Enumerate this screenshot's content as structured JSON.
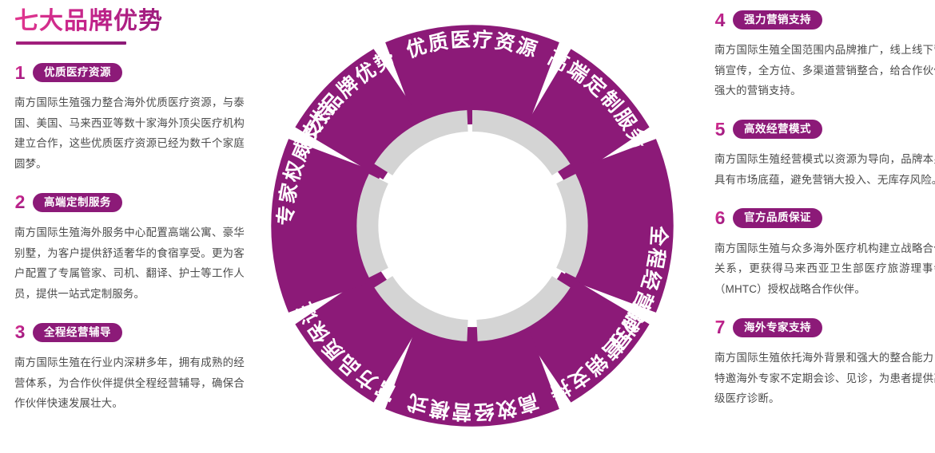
{
  "header": {
    "title": "七大品牌优势"
  },
  "colors": {
    "brand_purple": "#8c1a78",
    "brand_pink": "#e2378f",
    "inner_ring_gray": "#d4d4d4",
    "body_text": "#4b4b4b",
    "background": "#ffffff"
  },
  "left_column": {
    "items": [
      {
        "number": "1",
        "badge": "优质医疗资源",
        "body": "南方国际生殖强力整合海外优质医疗资源，与泰国、美国、马来西亚等数十家海外顶尖医疗机构建立合作，这些优质医疗资源已经为数千个家庭圆梦。"
      },
      {
        "number": "2",
        "badge": "高端定制服务",
        "body": "南方国际生殖海外服务中心配置高端公寓、豪华别墅，为客户提供舒适奢华的食宿享受。更为客户配置了专属管家、司机、翻译、护士等工作人员，提供一站式定制服务。"
      },
      {
        "number": "3",
        "badge": "全程经营辅导",
        "body": "南方国际生殖在行业内深耕多年，拥有成熟的经营体系，为合作伙伴提供全程经营辅导，确保合作伙伴快速发展壮大。"
      }
    ]
  },
  "right_column": {
    "items": [
      {
        "number": "4",
        "badge": "强力营销支持",
        "body": "南方国际生殖全国范围内品牌推广，线上线下营销宣传，全方位、多渠道营销整合，给合作伙伴强大的营销支持。"
      },
      {
        "number": "5",
        "badge": "高效经营模式",
        "body": "南方国际生殖经营模式以资源为导向，品牌本身具有市场底蕴，避免营销大投入、无库存风险。"
      },
      {
        "number": "6",
        "badge": "官方品质保证",
        "body": "南方国际生殖与众多海外医疗机构建立战略合作关系，更获得马来西亚卫生部医疗旅游理事会（MHTC）授权战略合作伙伴。"
      },
      {
        "number": "7",
        "badge": "海外专家支持",
        "body": "南方国际生殖依托海外背景和强大的整合能力，特邀海外专家不定期会诊、见诊，为患者提供高级医疗诊断。"
      }
    ]
  },
  "chart_data": {
    "type": "pie",
    "title": "七大品牌优势",
    "legend_position": "none",
    "note": "八等分圆环图，每段占45度，白色间隙分隔；内侧另有一圈六等分浅灰色环",
    "outer_ring": {
      "segments": 8,
      "segment_angle_deg": 45,
      "color": "#8c1a78",
      "gap_deg": 3,
      "labels": [
        "优质医疗资源",
        "高端定制服务",
        "全程经营辅导",
        "强力营销支持",
        "高效经营模式",
        "官方品质保证",
        "专家权威支持",
        "七大品牌优势"
      ],
      "start_angles_deg": [
        -22.5,
        22.5,
        67.5,
        112.5,
        157.5,
        202.5,
        247.5,
        292.5
      ]
    },
    "inner_ring": {
      "segments": 6,
      "segment_angle_deg": 60,
      "color": "#d4d4d4",
      "gap_deg": 4
    }
  }
}
